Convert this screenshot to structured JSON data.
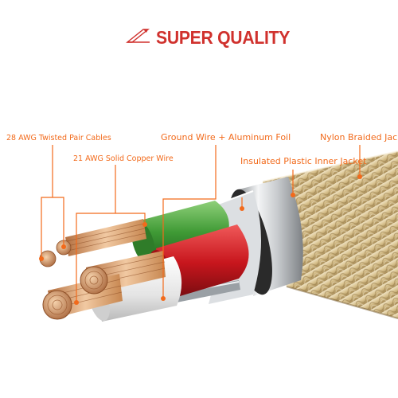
{
  "header": {
    "title": "SUPER QUALITY",
    "icon": "pencil-ruler-icon"
  },
  "labels": {
    "twisted_pair": "28 AWG Twisted Pair Cables",
    "solid_copper": "21 AWG Solid Copper Wire",
    "ground_wire": "Ground Wire + Aluminum Foil",
    "nylon_jacket": "Nylon Braided Jacket",
    "inner_jacket": "Insulated Plastic Inner Jacket"
  },
  "colors": {
    "accent": "#f26a1b",
    "title": "#d0312d",
    "green_wire": "#3f9a35",
    "red_wire": "#c8161d",
    "copper": "#d9a070",
    "braid": "#d8c59a"
  }
}
